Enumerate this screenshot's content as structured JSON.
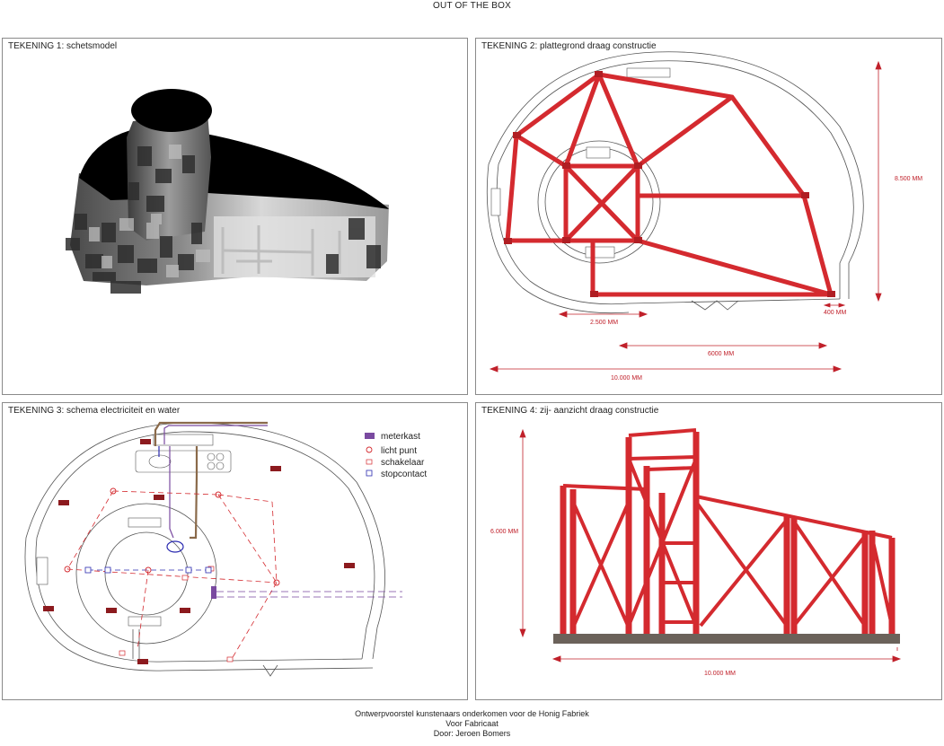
{
  "page": {
    "title": "OUT OF THE BOX"
  },
  "panels": {
    "sketch": {
      "title": "TEKENING 1: schetsmodel"
    },
    "plan": {
      "title": "TEKENING 2: plattegrond draag constructie",
      "dimensions": {
        "height": "8.500 MM",
        "small": "400 MM",
        "left": "2.500 MM",
        "mid": "6000 MM",
        "total": "10.000 MM"
      }
    },
    "electric": {
      "title": "TEKENING 3:  schema electriciteit en water",
      "legend": {
        "meterkast": "meterkast",
        "licht": "licht punt",
        "schakelaar": "schakelaar",
        "stopcontact": "stopcontact"
      }
    },
    "elevation": {
      "title": "TEKENING 4:  zij- aanzicht draag constructie",
      "dimensions": {
        "height": "6.000 MM",
        "width": "10.000 MM"
      }
    }
  },
  "footer": {
    "line1": "Ontwerpvoorstel kunstenaars onderkomen voor de Honig Fabriek",
    "line2": "Voor Fabricaat",
    "line3": "Door: Jeroen Bomers"
  },
  "colors": {
    "structure": "#d42a2f",
    "dimension": "#c0202a",
    "ground": "#6b625a",
    "water": "#8a6a4a",
    "wiring": "#7a4aa0"
  }
}
